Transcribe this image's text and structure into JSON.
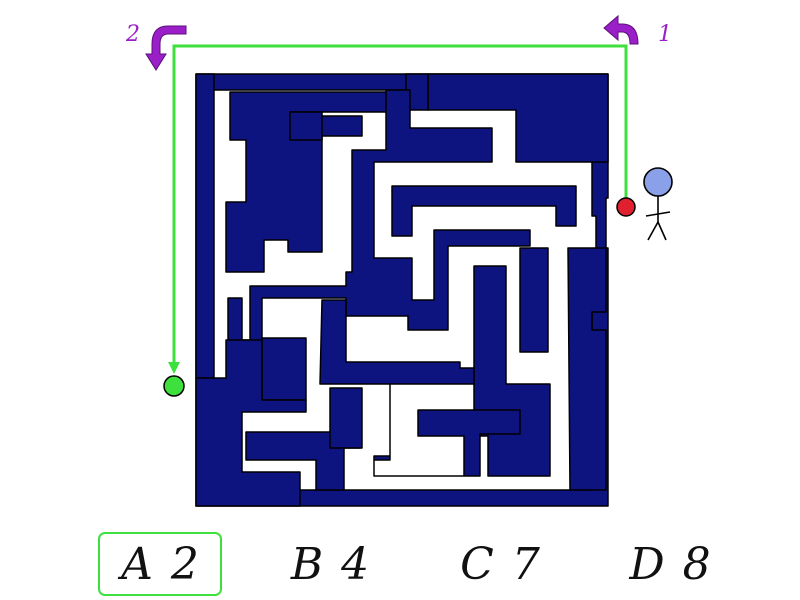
{
  "colors": {
    "wall": "#0d1480",
    "outline": "#000000",
    "path": "#3ee03e",
    "turn_arrow": "#9b1fc8",
    "start_dot": "#e0202e",
    "end_dot": "#3ee03e",
    "character_head": "#8aa0e8"
  },
  "icons": {
    "turn_arrow": "curved-turn-arrow-icon",
    "character": "stick-figure-icon",
    "start": "red-dot-icon",
    "end": "green-dot-icon"
  },
  "turn_markers": [
    {
      "label": "1"
    },
    {
      "label": "2"
    }
  ],
  "options": [
    {
      "letter": "A",
      "number": "2",
      "selected": true
    },
    {
      "letter": "B",
      "number": "4",
      "selected": false
    },
    {
      "letter": "C",
      "number": "7",
      "selected": false
    },
    {
      "letter": "D",
      "number": "8",
      "selected": false
    }
  ]
}
